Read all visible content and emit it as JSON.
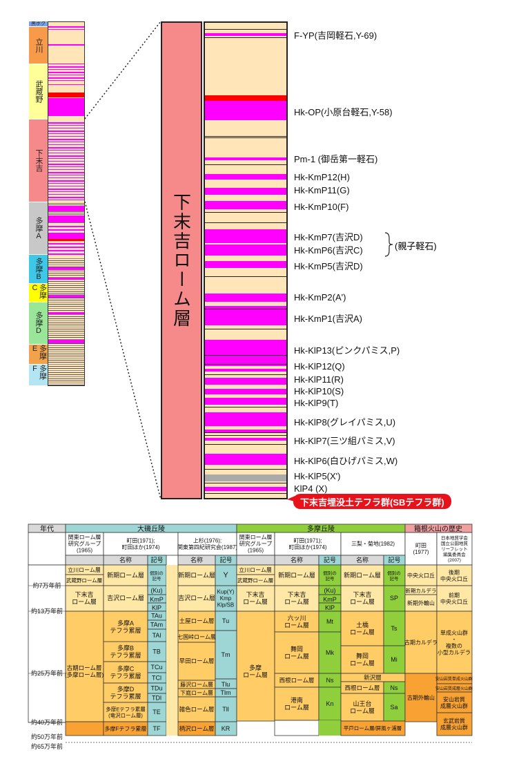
{
  "left_column": {
    "labels": [
      {
        "id": "kurobokku",
        "text": "黒ボク",
        "color": "#7aa0e8"
      },
      {
        "id": "tachikawa",
        "text": "立川",
        "color": "#f79b4a"
      },
      {
        "id": "musashino",
        "text": "武蔵野",
        "color": "#ffff99"
      },
      {
        "id": "shimosueyoshi",
        "text": "下末吉",
        "color": "#f68a8a"
      },
      {
        "id": "tama-a",
        "text": "多摩A",
        "color": "#c8c8c8"
      },
      {
        "id": "tama-b",
        "text": "多摩B",
        "color": "#3ec8e8"
      },
      {
        "id": "tama-c",
        "text": "多摩C",
        "color": "#ffff00"
      },
      {
        "id": "tama-d",
        "text": "多摩D",
        "color": "#99e699"
      },
      {
        "id": "tama-e",
        "text": "多摩E",
        "color": "#f2a24a"
      },
      {
        "id": "tama-f",
        "text": "多摩F",
        "color": "#b3e6f2"
      }
    ]
  },
  "zoom": {
    "name": "下末吉ローム層",
    "bracket_label": "(親子軽石)",
    "sb_label": "下末吉埋没土テフラ群(SBテフラ群)",
    "tephra_labels": [
      "F-YP(吉岡軽石,Y-69)",
      "Hk-OP(小原台軽石,Y-58)",
      "Pm-1 (御岳第一軽石)",
      "Hk-KmP12(H)",
      "Hk-KmP11(G)",
      "Hk-KmP10(F)",
      "Hk-KmP7(吉沢D)",
      "Hk-KmP6(吉沢C)",
      "Hk-KmP5(吉沢D)",
      "Hk-KmP2(A')",
      "Hk-KmP1(吉沢A)",
      "Hk-KlP13(ピンクパミス,P)",
      "Hk-KlP12(Q)",
      "Hk-KlP11(R)",
      "Hk-KlP10(S)",
      "Hk-KlP9(T)",
      "Hk-KlP8(グレイパミス,U)",
      "Hk-KlP7(三ツ組パミス,V)",
      "Hk-KlP6(白ひげパミス,W)",
      "Hk-KlP5(X')",
      "KlP4 (X)"
    ]
  },
  "table": {
    "era_header": "年代",
    "group_headers": [
      "大磯丘陵",
      "多摩丘陵",
      "箱根火山の歴史"
    ],
    "sources": [
      "関東ローム層研究グループ(1965)",
      "町田(1971);町田ほか(1974)",
      "上杉(1976);関東第四紀研究会(1987)",
      "関東ローム層研究グループ(1965)",
      "町田(1971);町田ほか(1974)",
      "三梨・菊地(1982)",
      "町田(1977)",
      "日本地質学会国立公園地質リーフレット編集委員会(2007)"
    ],
    "col_name": "名称",
    "col_symbol": "記号",
    "ages": [
      "約7万年前",
      "約13万年前",
      "約25万年前",
      "約40万年前",
      "約50万年前",
      "約65万年前"
    ]
  },
  "colors": {
    "pumice": "#ff00ff",
    "red_band": "#ff0000",
    "loam": "#ffe5b8",
    "grey_band": "#aaaaaa",
    "oiso_header": "#9ed6d6",
    "tama_header": "#8fcf3c",
    "hakone_header": "#f0a0a0"
  }
}
